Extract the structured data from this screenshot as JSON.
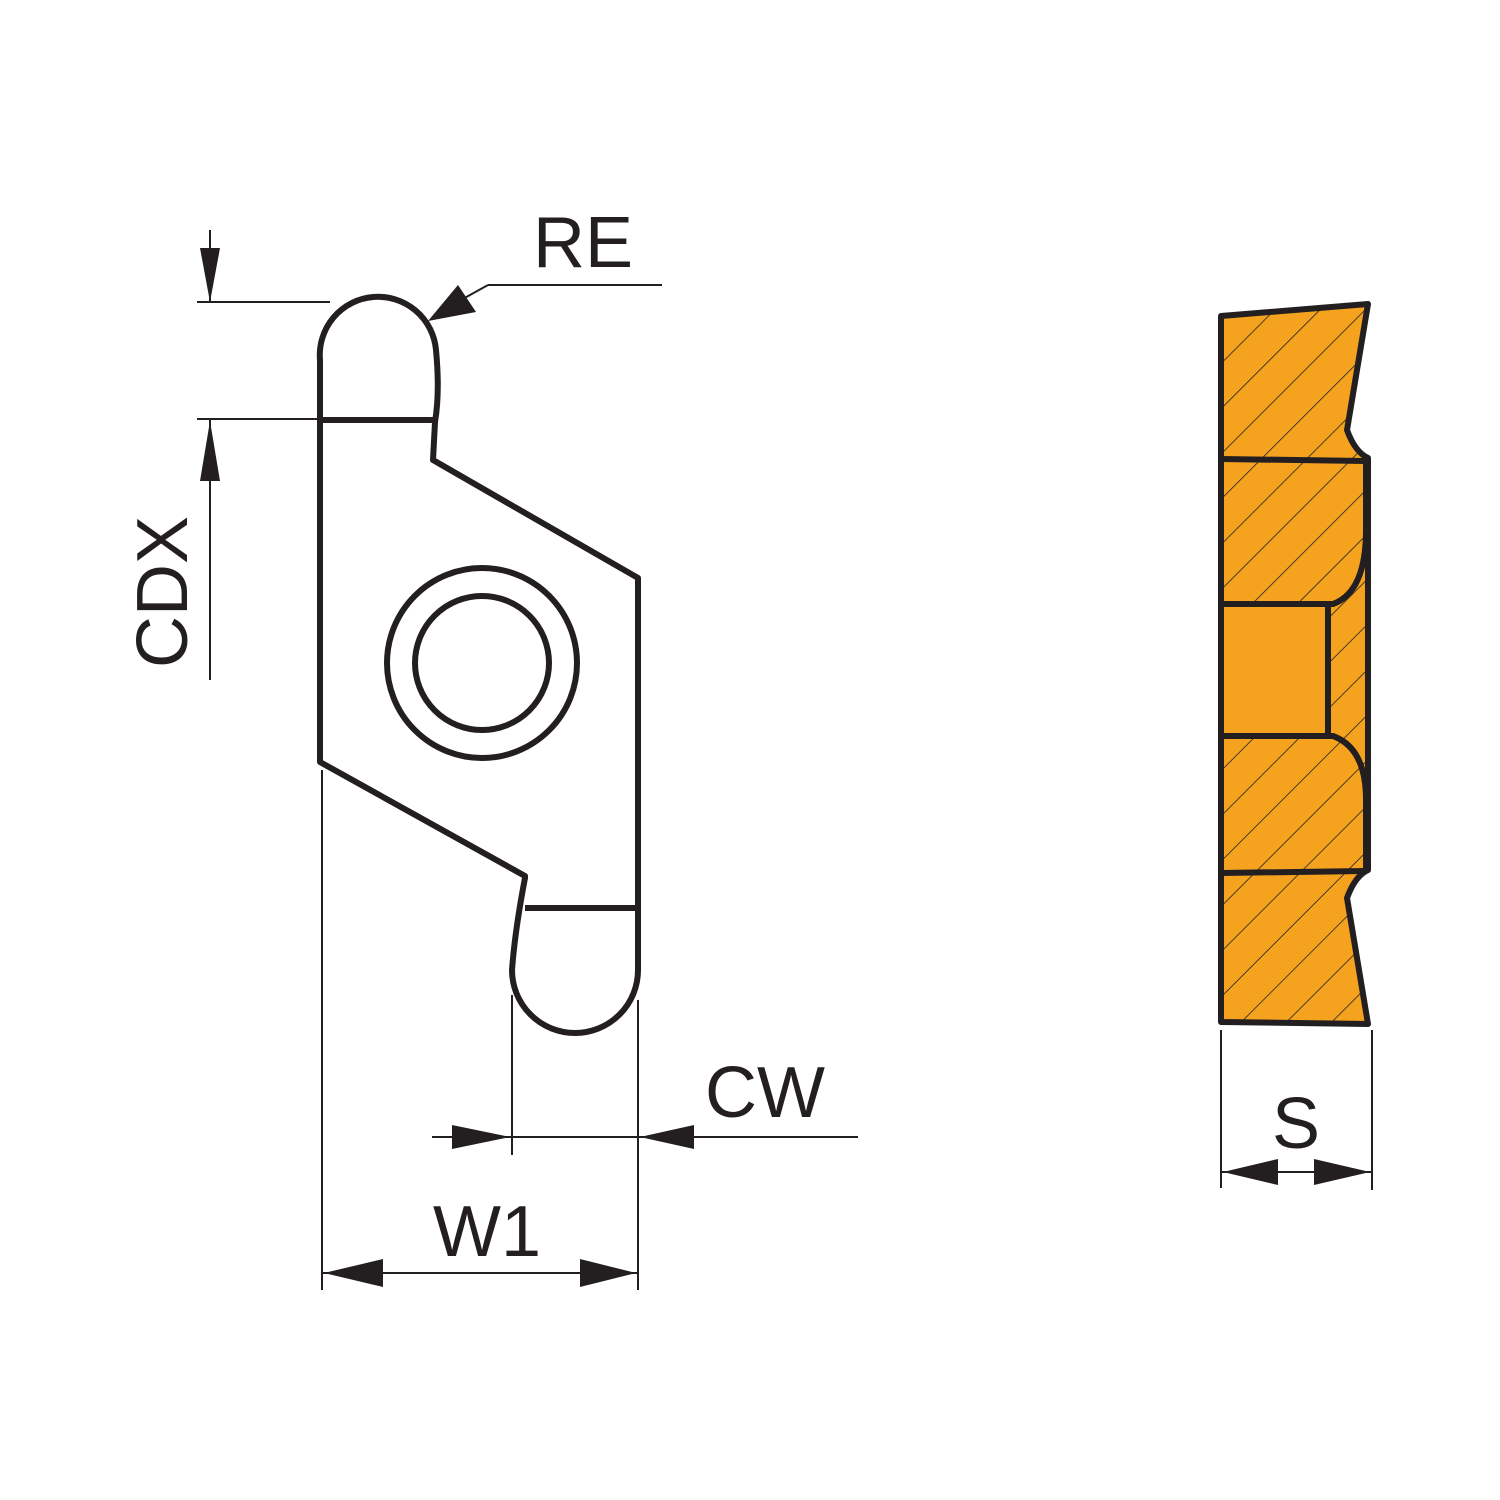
{
  "diagram": {
    "dimension_labels": {
      "re": "RE",
      "cdx": "CDX",
      "cw": "CW",
      "w1": "W1",
      "s": "S"
    },
    "colors": {
      "insert_fill": "#f5a31f",
      "outline": "#231f20",
      "background": "#ffffff"
    }
  }
}
